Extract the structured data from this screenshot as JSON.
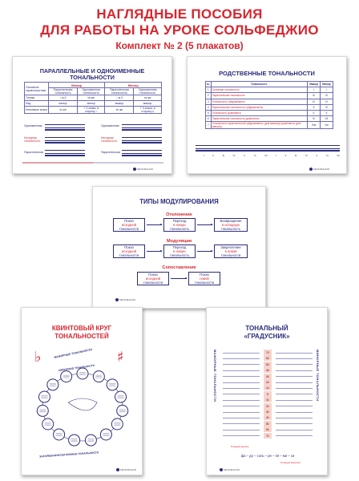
{
  "header": {
    "line1": "НАГЛЯДНЫЕ ПОСОБИЯ",
    "line2": "ДЛЯ РАБОТЫ НА УРОКЕ СОЛЬФЕДЖИО",
    "line3": "Комплект № 2 (5 плакатов)"
  },
  "brand": "МЕЛОМАНИЯ",
  "colors": {
    "red": "#d7262f",
    "navy": "#2b2d7a"
  },
  "poster1": {
    "title_line1": "ПАРАЛЛЕЛЬНЫЕ И ОДНОИМЕННЫЕ",
    "title_line2": "ТОНАЛЬНОСТИ",
    "table": {
      "corner": "Основные характеристики",
      "major": "Мажор",
      "minor": "Минор",
      "subheads": [
        "Параллельная тональность",
        "Одноименная тональность",
        "Параллельная тональность",
        "Одноименная тональность"
      ],
      "rows": [
        {
          "label": "Тоника",
          "cells": [
            "↓ м.3",
            "та же",
            "↑ м.3",
            "та же"
          ]
        },
        {
          "label": "Лад",
          "cells": [
            "минор",
            "минор",
            "мажор",
            "мажор"
          ]
        },
        {
          "label": "Ключевые знаки",
          "cells": [
            "те же",
            "+ 3 знака, в сторону ♭",
            "те же",
            "+ 3 знака, в сторону ♯"
          ]
        }
      ]
    },
    "labels": {
      "left_same": "Одноименная",
      "left_source": "Исходная тональность",
      "left_parallel": "Параллельная",
      "right_same": "Одноименная",
      "right_source": "Исходная тональность",
      "right_parallel": "Параллельная"
    }
  },
  "poster2": {
    "title": "РОДСТВЕННЫЕ ТОНАЛЬНОСТИ",
    "head": {
      "num": "№",
      "key": "Тональность",
      "major": "Мажор",
      "minor": "Минор"
    },
    "rows": [
      {
        "num": "1",
        "key": "Основная тональность",
        "major": "I",
        "minor": "I"
      },
      {
        "num": "2",
        "key": "Параллельная тональность",
        "major": "VI",
        "minor": "III"
      },
      {
        "num": "3",
        "key": "Тональность субдоминанты",
        "major": "IV",
        "minor": "IV"
      },
      {
        "num": "4",
        "key": "Параллельная тональность субдоминанты",
        "major": "II",
        "minor": "VI"
      },
      {
        "num": "5",
        "key": "Тональность доминанты",
        "major": "V",
        "minor": "V"
      },
      {
        "num": "6",
        "key": "Параллельная тональность доминанты",
        "major": "III",
        "minor": "VII"
      },
      {
        "num": "7",
        "key": "Тональность гармонической субдоминанты (для мажора)/ доминанты (для минора)",
        "major": "IVм",
        "minor": "Vм"
      }
    ],
    "numerals": [
      "I",
      "II",
      "III",
      "IV",
      "V",
      "VI",
      "VII",
      "I",
      "II",
      "III",
      "IV",
      "V",
      "VI",
      "VII"
    ]
  },
  "poster3": {
    "title": "ТИПЫ МОДУЛИРОВАНИЯ",
    "sections": [
      {
        "name": "Отклонение",
        "boxes": [
          [
            "Показ",
            "исходной",
            "тональности"
          ],
          [
            "Переход",
            "в новую",
            "тональность"
          ],
          [
            "Возвращение",
            "в исходную",
            "тональность"
          ]
        ]
      },
      {
        "name": "Модуляция",
        "boxes": [
          [
            "Показ",
            "исходной",
            "тональности"
          ],
          [
            "Переход",
            "в новую",
            "тональность"
          ],
          [
            "Закрепление",
            "в новой",
            "тональности"
          ]
        ]
      },
      {
        "name": "Сопоставление",
        "boxes": [
          [
            "Показ",
            "исходной",
            "тональности"
          ],
          [
            "Показ",
            "новой",
            "тональности"
          ]
        ]
      }
    ]
  },
  "poster4": {
    "title_line1": "КВИНТОВЫЙ КРУГ",
    "title_line2": "ТОНАЛЬНОСТЕЙ",
    "flat": "♭",
    "sharp": "♯",
    "arc_major": "МАЖОРНЫЕ ТОНАЛЬНОСТИ",
    "arc_minor": "МИНОРНЫЕ ТОНАЛЬНОСТИ",
    "arc_bottom": "ЭНГАРМОНИЧЕСКИ РАВНЫЕ ТОНАЛЬНОСТИ"
  },
  "poster5": {
    "title_line1": "ТОНАЛЬНЫЙ",
    "title_line2": "«ГРАДУСНИК»",
    "left_vertical": "МАЖОРНЫЕ ТОНАЛЬНОСТИ",
    "right_vertical": "МИНОРНЫЕ ТОНАЛЬНОСТИ",
    "numbers": [
      "7♯",
      "6♯",
      "5♯",
      "4♯",
      "3♯",
      "2♯",
      "1♯",
      "0",
      "1♭",
      "2♭",
      "3♭",
      "4♭",
      "5♭",
      "6♭",
      "7♭"
    ],
    "sharps_order": "Порядок диезов",
    "sequence": "фа – до – соль – ре – ля – ми – си",
    "flats_order": "Порядок бемолей"
  }
}
